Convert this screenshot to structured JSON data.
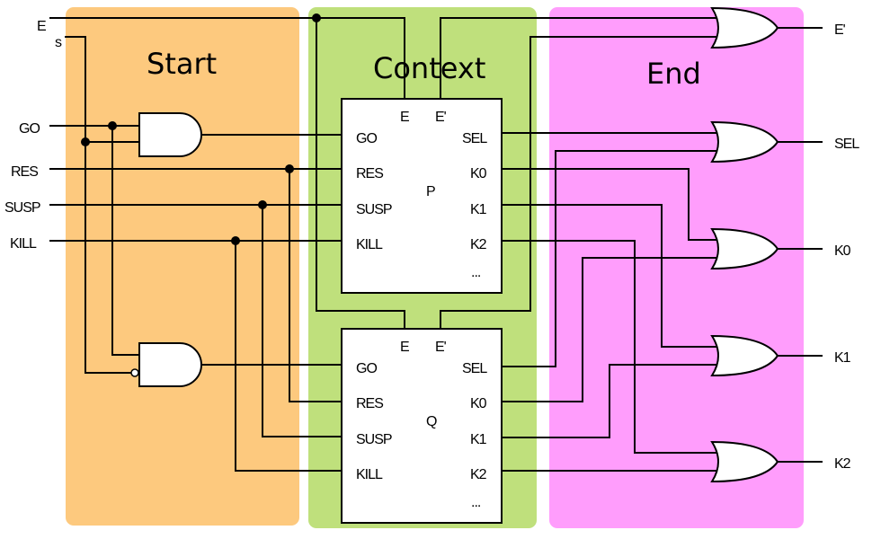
{
  "regions": {
    "start": {
      "title": "Start",
      "color": "#fdc97e"
    },
    "context": {
      "title": "Context",
      "color": "#bfe07c"
    },
    "end": {
      "title": "End",
      "color": "#ff9dfc"
    }
  },
  "inputs": {
    "e": "E",
    "s": "s",
    "go": "GO",
    "res": "RES",
    "susp": "SUSP",
    "kill": "KILL"
  },
  "outputs": {
    "e_prime": "E'",
    "sel": "SEL",
    "k0": "K0",
    "k1": "K1",
    "k2": "K2"
  },
  "blocks": [
    {
      "name": "P",
      "top_pins": [
        "E",
        "E'"
      ],
      "left_pins": [
        "GO",
        "RES",
        "SUSP",
        "KILL"
      ],
      "right_pins": [
        "SEL",
        "K0",
        "K1",
        "K2",
        "..."
      ]
    },
    {
      "name": "Q",
      "top_pins": [
        "E",
        "E'"
      ],
      "left_pins": [
        "GO",
        "RES",
        "SUSP",
        "KILL"
      ],
      "right_pins": [
        "SEL",
        "K0",
        "K1",
        "K2",
        "..."
      ]
    }
  ]
}
